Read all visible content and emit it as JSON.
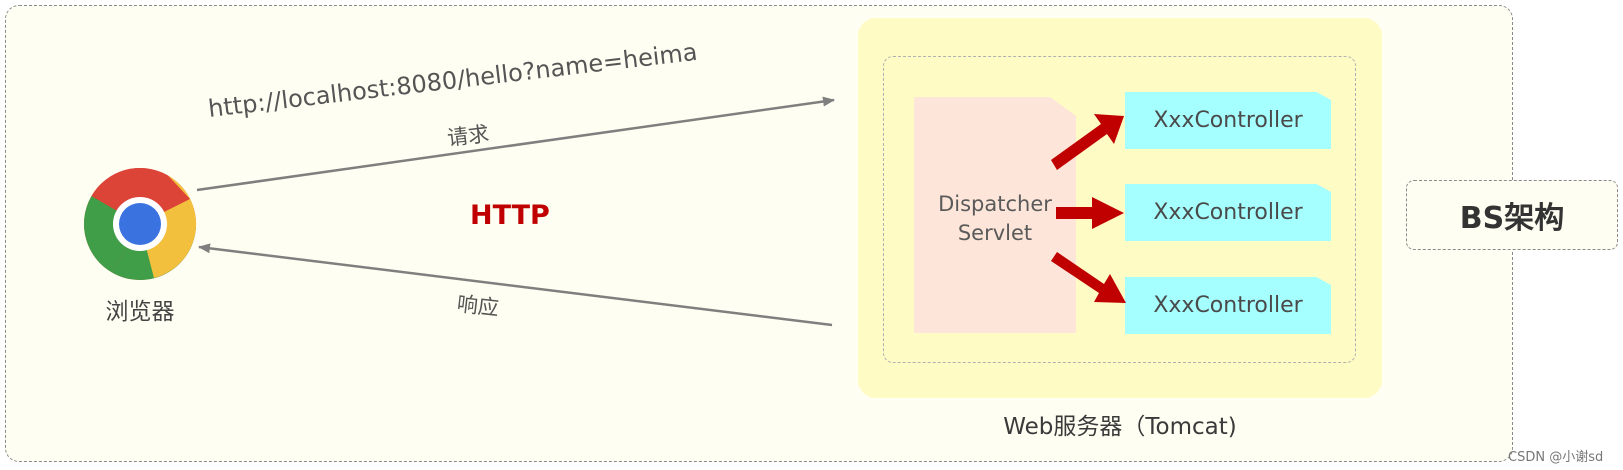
{
  "browser": {
    "label": "浏览器",
    "icon": "chrome-browser-icon"
  },
  "request": {
    "url": "http://localhost:8080/hello?name=heima",
    "label": "请求"
  },
  "response": {
    "label": "响应"
  },
  "protocol": {
    "label": "HTTP",
    "color": "#c00000"
  },
  "server": {
    "caption": "Web服务器（Tomcat)",
    "dispatcher": {
      "line1": "Dispatcher",
      "line2": "Servlet"
    },
    "controllers": [
      "XxxController",
      "XxxController",
      "XxxController"
    ]
  },
  "architecture": {
    "label": "BS架构"
  },
  "watermark": "CSDN @小谢sd",
  "colors": {
    "server_bg": "#fffbc4",
    "dispatcher_bg": "#fde6d9",
    "controller_bg": "#a6ffff",
    "arrow_red": "#c00000",
    "arrow_gray": "#7f7f7f"
  }
}
